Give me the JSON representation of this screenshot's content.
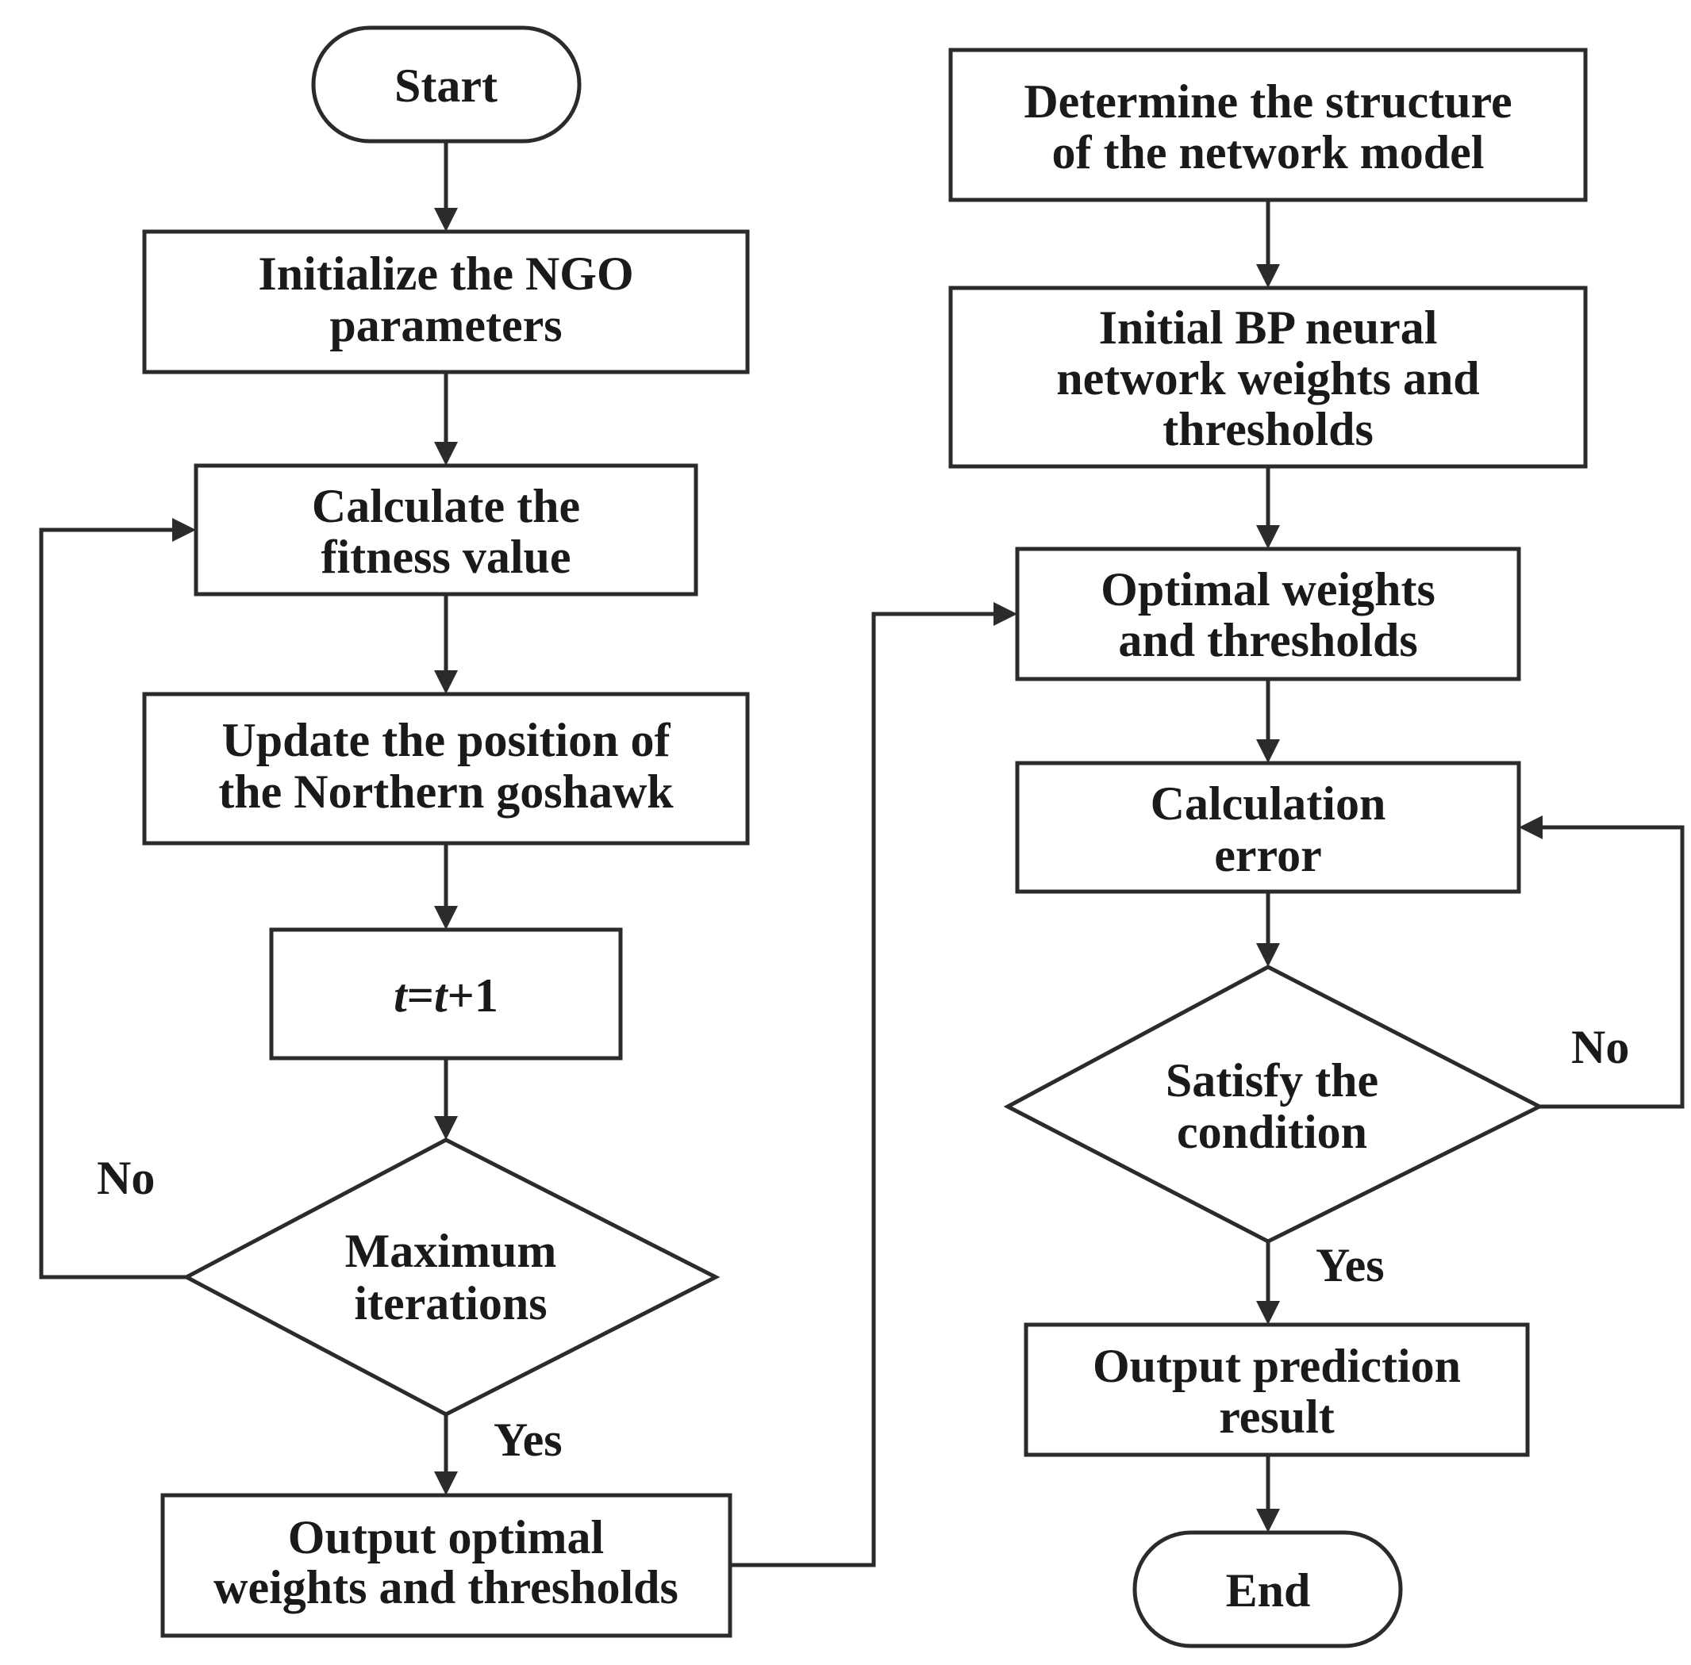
{
  "left_flow": {
    "start": "Start",
    "init_ngo": [
      "Initialize the NGO",
      "parameters"
    ],
    "calc_fitness": [
      "Calculate the",
      "fitness value"
    ],
    "update_position": [
      "Update the position of",
      "the Northern goshawk"
    ],
    "increment": {
      "var1": "t",
      "eq": "=",
      "var2": "t",
      "plus": "+1"
    },
    "max_iter": [
      "Maximum",
      "iterations"
    ],
    "output_optimal": [
      "Output optimal",
      "weights and thresholds"
    ],
    "no_label": "No",
    "yes_label": "Yes"
  },
  "right_flow": {
    "determine_structure": [
      "Determine the structure",
      "of the network model"
    ],
    "initial_bp": [
      "Initial BP neural",
      "network weights and",
      "thresholds"
    ],
    "optimal_weights": [
      "Optimal weights",
      "and thresholds"
    ],
    "calc_error": [
      "Calculation",
      "error"
    ],
    "satisfy": [
      "Satisfy the",
      "condition"
    ],
    "output_prediction": [
      "Output prediction",
      "result"
    ],
    "end": "End",
    "no_label": "No",
    "yes_label": "Yes"
  }
}
